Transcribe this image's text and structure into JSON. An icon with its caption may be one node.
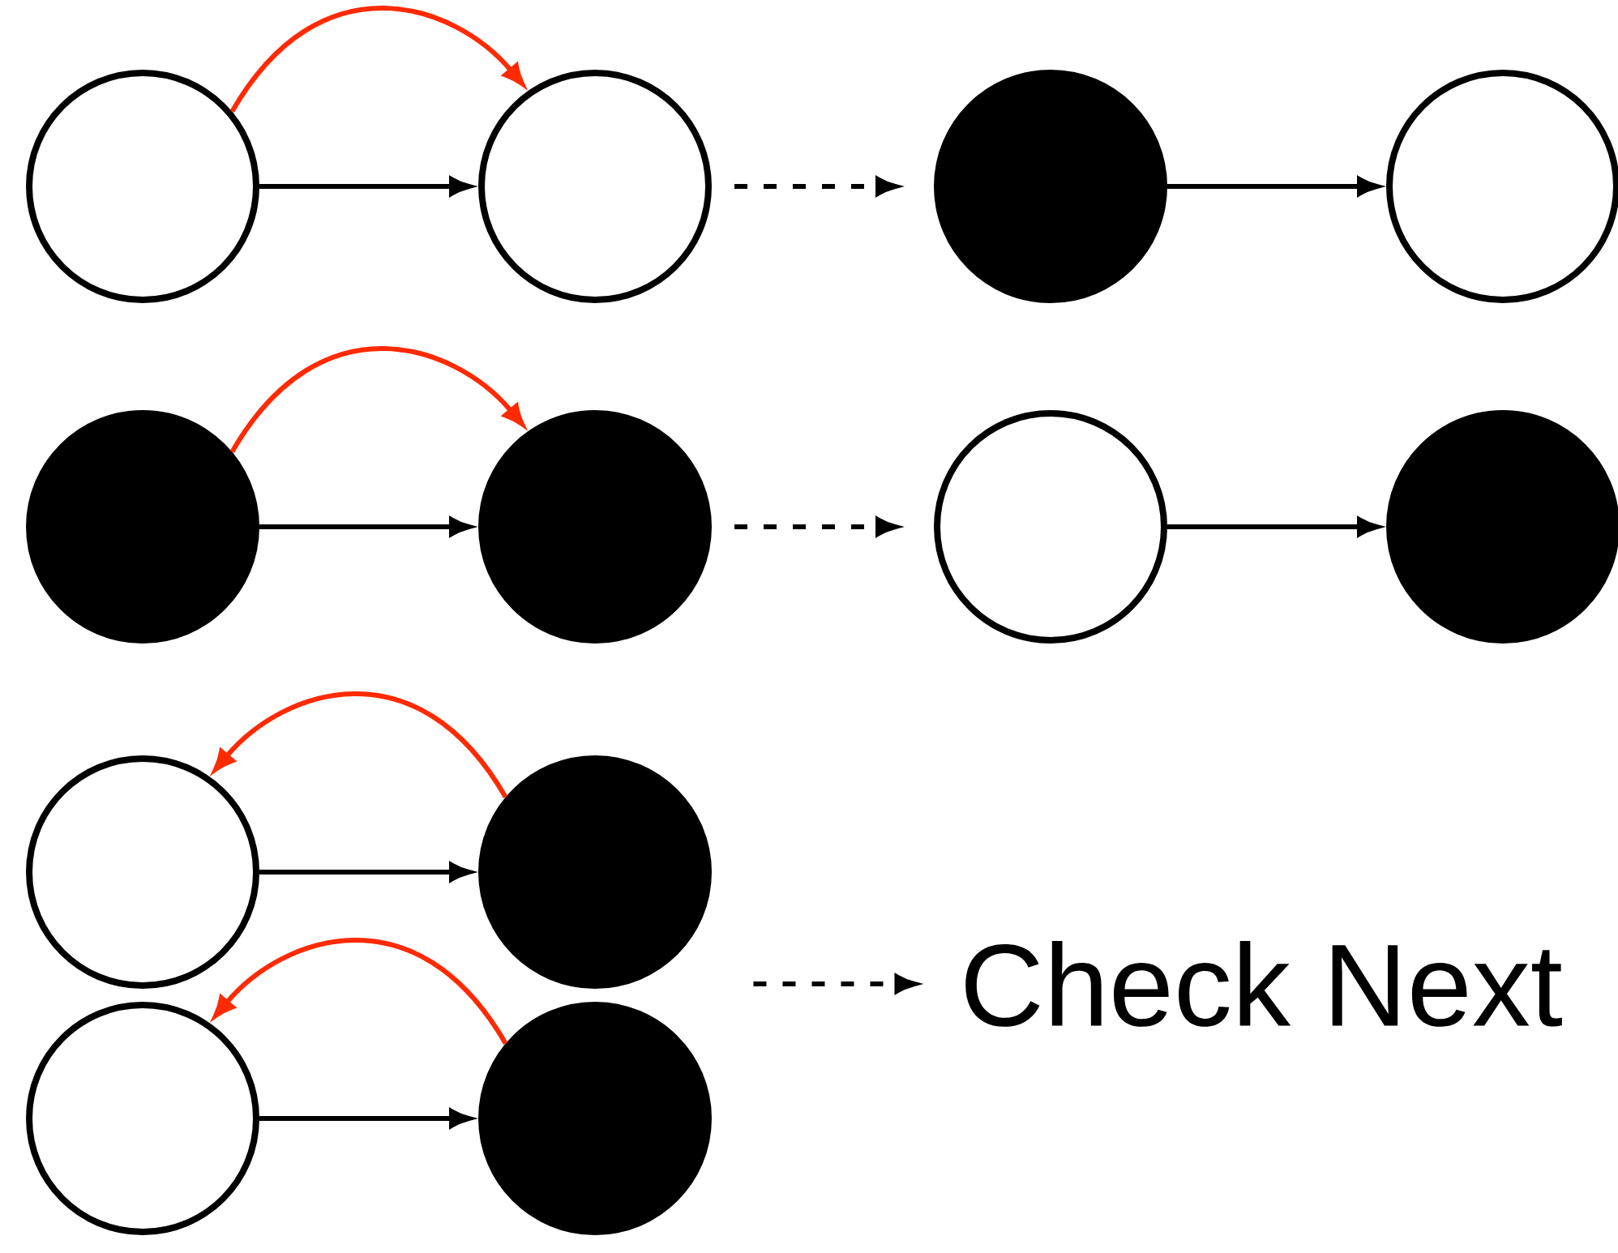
{
  "diagram": {
    "nodes": [
      {
        "text": [],
        "shape": "circle"
      },
      {
        "text": [],
        "shape": "circle"
      },
      {
        "text": [],
        "shape": "disc"
      },
      {
        "text": [],
        "shape": "circle"
      },
      {
        "text": [],
        "shape": "disc"
      },
      {
        "text": [],
        "shape": "disc"
      },
      {
        "text": [],
        "shape": "circle"
      },
      {
        "text": [],
        "shape": "disc"
      },
      {
        "text": [],
        "shape": "circle"
      },
      {
        "text": [],
        "shape": "disc"
      },
      {
        "text": [],
        "shape": "circle"
      },
      {
        "text": [],
        "shape": "disc"
      },
      {
        "text": [
          "Check Next"
        ]
      }
    ],
    "edges": [
      {
        "from": 0,
        "to": 1,
        "arrow": "to"
      },
      {
        "from": 0,
        "to": 1,
        "arrow": "to",
        "color": "#ff2a00"
      },
      {
        "from": 1,
        "to": 2,
        "arrow": "to",
        "style": "dashed"
      },
      {
        "from": 2,
        "to": 3,
        "arrow": "to"
      },
      {
        "from": 4,
        "to": 5,
        "arrow": "to"
      },
      {
        "from": 4,
        "to": 5,
        "arrow": "to",
        "color": "#ff2a00"
      },
      {
        "from": 5,
        "to": 6,
        "arrow": "to",
        "style": "dashed"
      },
      {
        "from": 6,
        "to": 7,
        "arrow": "to"
      },
      {
        "from": 8,
        "to": 9,
        "arrow": "to"
      },
      {
        "from": 9,
        "to": 8,
        "arrow": "to",
        "color": "#ff2a00"
      },
      {
        "from": 10,
        "to": 11,
        "arrow": "to"
      },
      {
        "from": 11,
        "to": 10,
        "arrow": "to",
        "color": "#ff2a00"
      },
      {
        "from": null,
        "to": 12,
        "arrow": "to",
        "style": "dashed"
      }
    ]
  }
}
